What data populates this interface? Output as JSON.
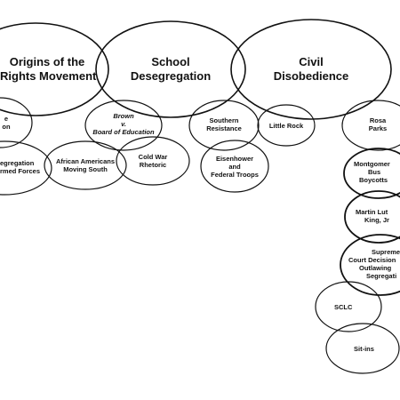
{
  "diagram": {
    "main_topics": [
      {
        "lines": [
          "Origins of the",
          "Rights Movement"
        ]
      },
      {
        "lines": [
          "School",
          "Desegregation"
        ]
      },
      {
        "lines": [
          "Civil",
          "Disobedience"
        ]
      }
    ],
    "subtopics": [
      {
        "lines": [
          "e",
          "on"
        ]
      },
      {
        "lines": [
          "Brown",
          "v.",
          "Board of Education"
        ]
      },
      {
        "lines": [
          "Southern",
          "Resistance"
        ]
      },
      {
        "lines": [
          "Little Rock"
        ]
      },
      {
        "lines": [
          "Rosa",
          "Parks"
        ]
      },
      {
        "lines": [
          "egregation",
          "rmed Forces"
        ]
      },
      {
        "lines": [
          "African Americans",
          "Moving South"
        ]
      },
      {
        "lines": [
          "Cold War",
          "Rhetoric"
        ]
      },
      {
        "lines": [
          "Eisenhower",
          "and",
          "Federal Troops"
        ]
      },
      {
        "lines": [
          "Montgomer",
          "Bus",
          "Boycotts"
        ]
      },
      {
        "lines": [
          "Martin Lut",
          "King, Jr"
        ]
      },
      {
        "lines": [
          "Supreme",
          "Court Decision",
          "Outlawing",
          "Segregati"
        ]
      },
      {
        "lines": [
          "SCLC"
        ]
      },
      {
        "lines": [
          "Sit-ins"
        ]
      }
    ]
  }
}
